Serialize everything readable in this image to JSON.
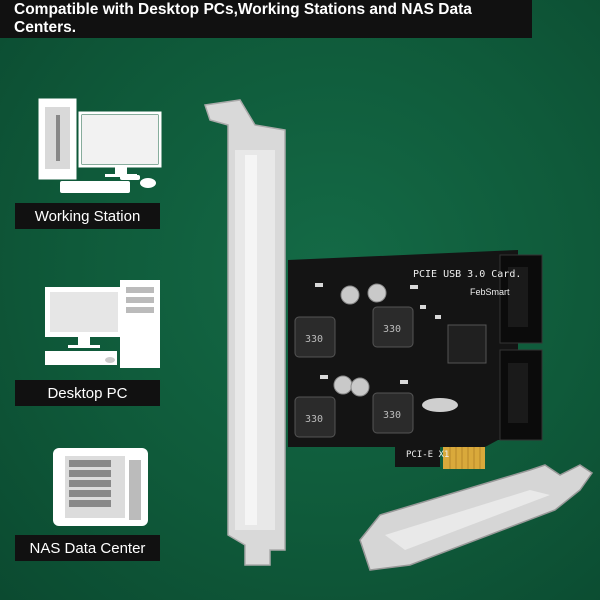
{
  "banner": {
    "text": "Compatible with Desktop PCs,Working Stations and NAS Data Centers."
  },
  "labels": {
    "working_station": "Working Station",
    "desktop_pc": "Desktop PC",
    "nas": "NAS Data Center"
  },
  "card": {
    "title": "PCIE USB 3.0 Card.",
    "brand": "FebSmart",
    "slot": "PCI-E X1"
  },
  "colors": {
    "background": "#0f5a3a",
    "banner": "#111111",
    "pcb": "#141414"
  }
}
